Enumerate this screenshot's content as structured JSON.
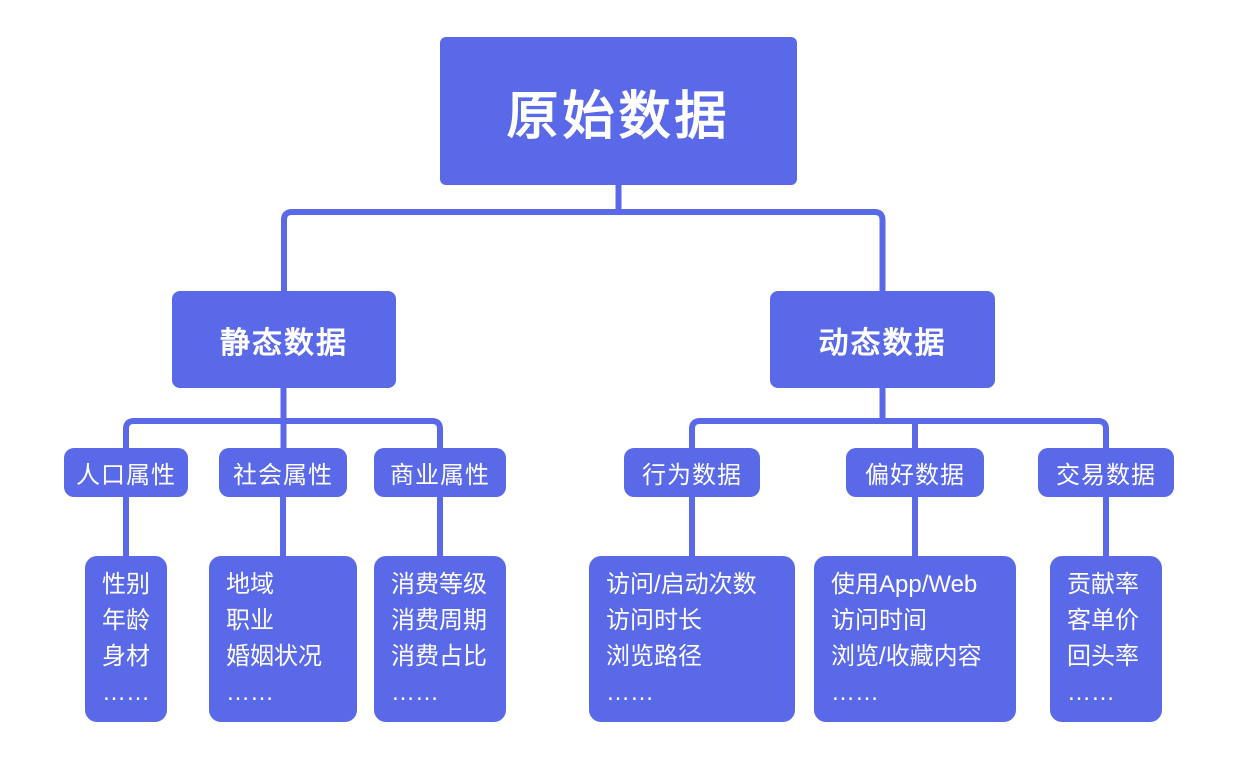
{
  "theme": {
    "accent": "#5a69e8",
    "on_accent": "#ffffff",
    "background": "#ffffff"
  },
  "diagram": {
    "root": {
      "label": "原始数据"
    },
    "branches": [
      {
        "label": "静态数据",
        "children": [
          {
            "label": "人口属性",
            "details": [
              "性别",
              "年龄",
              "身材",
              "……"
            ]
          },
          {
            "label": "社会属性",
            "details": [
              "地域",
              "职业",
              "婚姻状况",
              "……"
            ]
          },
          {
            "label": "商业属性",
            "details": [
              "消费等级",
              "消费周期",
              "消费占比",
              "……"
            ]
          }
        ]
      },
      {
        "label": "动态数据",
        "children": [
          {
            "label": "行为数据",
            "details": [
              "访问/启动次数",
              "访问时长",
              "浏览路径",
              "……"
            ]
          },
          {
            "label": "偏好数据",
            "details": [
              "使用App/Web",
              "访问时间",
              "浏览/收藏内容",
              "……"
            ]
          },
          {
            "label": "交易数据",
            "details": [
              "贡献率",
              "客单价",
              "回头率",
              "……"
            ]
          }
        ]
      }
    ]
  }
}
